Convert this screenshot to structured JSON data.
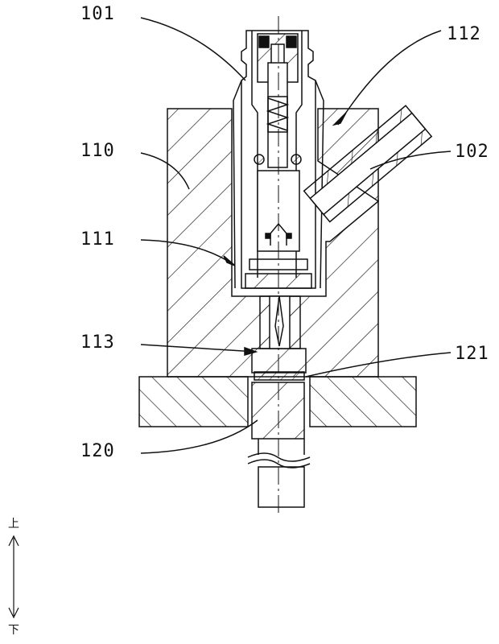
{
  "labels": {
    "l101": "101",
    "l112": "112",
    "l110": "110",
    "l102": "102",
    "l111": "111",
    "l113": "113",
    "l121": "121",
    "l120": "120"
  },
  "direction": {
    "up": "上",
    "down": "下"
  },
  "colors": {
    "line": "#111111",
    "background": "#ffffff"
  }
}
